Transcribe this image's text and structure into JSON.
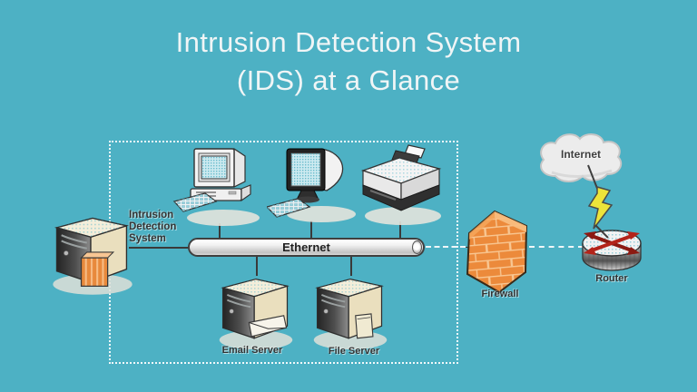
{
  "slide": {
    "title": {
      "line1": "Intrusion Detection System",
      "line2": "(IDS) at a Glance"
    },
    "background_color": "#4db1c4",
    "title_color": "#f0f5f6"
  },
  "diagram": {
    "nodes": {
      "ids": {
        "label": "Intrusion\nDetection\nSystem"
      },
      "ethernet": {
        "label": "Ethernet"
      },
      "email_server": {
        "label": "Email Server"
      },
      "file_server": {
        "label": "File Server"
      },
      "firewall": {
        "label": "Firewall"
      },
      "router": {
        "label": "Router"
      },
      "internet": {
        "label": "Internet"
      }
    },
    "colors": {
      "firewall_orange": "#ec8a3b",
      "lightning_yellow": "#ece43a",
      "router_arrows_red": "#9e1c1c",
      "server_beige": "#eadfbe",
      "screen_teal": "#cdeaf0",
      "cloud_gray": "#ececec",
      "label_text": "#333333"
    },
    "icons": [
      "ids-server-icon",
      "desktop-computer-icon",
      "monitor-icon",
      "printer-icon",
      "email-server-icon",
      "file-server-icon",
      "firewall-icon",
      "router-icon",
      "internet-cloud-icon",
      "lightning-bolt-icon",
      "ethernet-bus"
    ]
  }
}
